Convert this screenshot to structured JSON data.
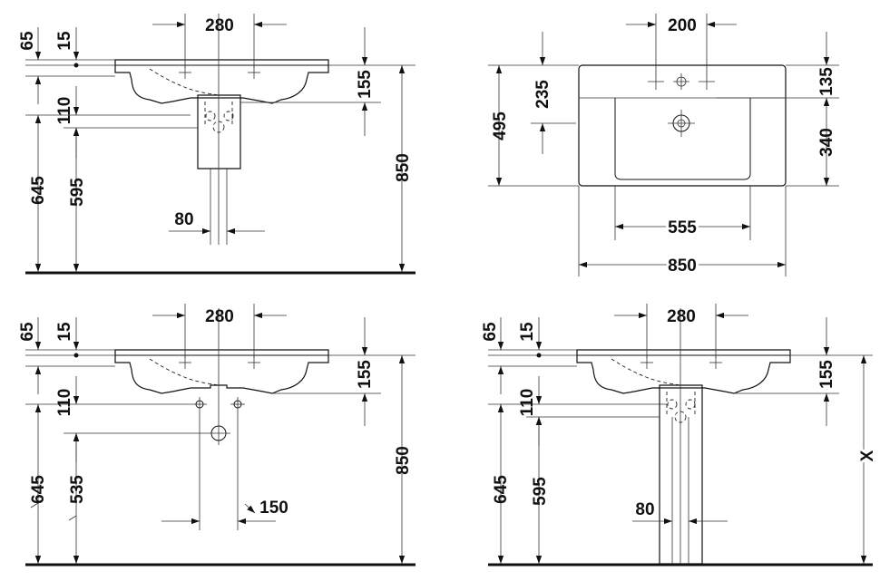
{
  "view_top_left": {
    "d_280": "280",
    "d_65": "65",
    "d_15": "15",
    "d_155": "155",
    "d_110": "110",
    "d_645": "645",
    "d_595": "595",
    "d_850": "850",
    "d_80": "80"
  },
  "view_top_right": {
    "d_200": "200",
    "d_495": "495",
    "d_235": "235",
    "d_135": "135",
    "d_340": "340",
    "d_555": "555",
    "d_850": "850"
  },
  "view_bottom_left": {
    "d_280": "280",
    "d_65": "65",
    "d_15": "15",
    "d_155": "155",
    "d_110": "110",
    "d_645": "645",
    "d_535": "535",
    "d_850": "850",
    "d_150": "150"
  },
  "view_bottom_right": {
    "d_280": "280",
    "d_65": "65",
    "d_15": "15",
    "d_155": "155",
    "d_110": "110",
    "d_645": "645",
    "d_595": "595",
    "d_80": "80",
    "d_x": "X"
  }
}
